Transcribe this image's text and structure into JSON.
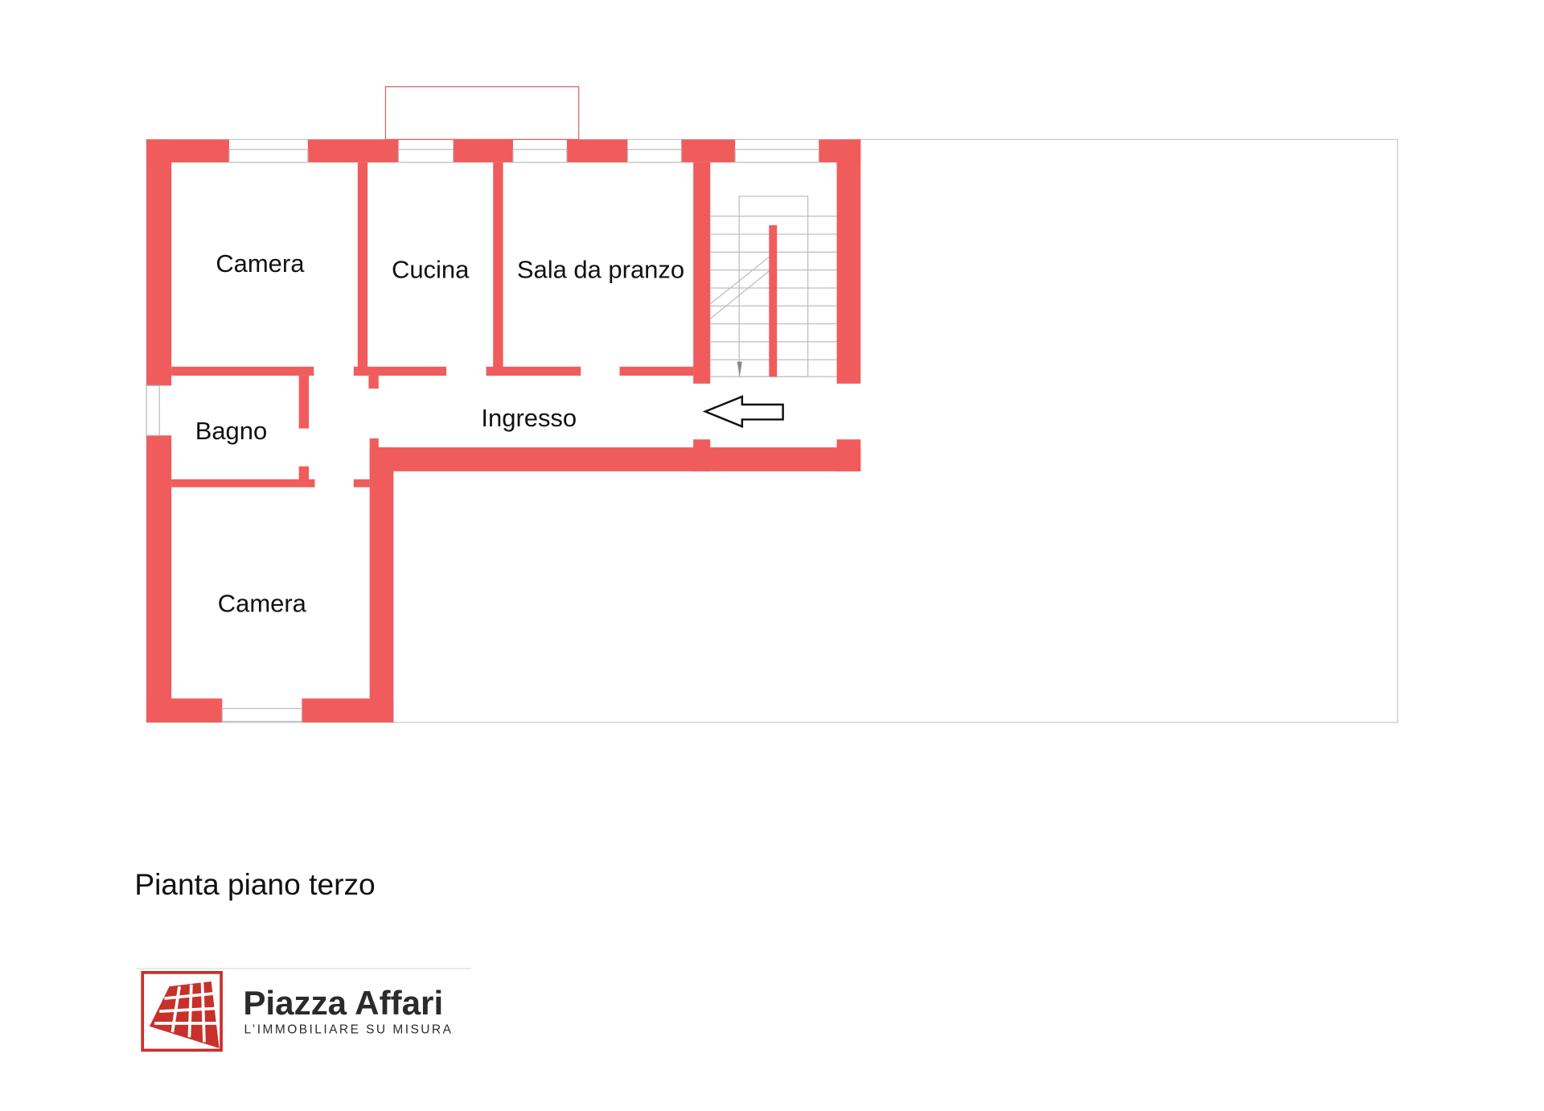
{
  "plan": {
    "title": "Pianta piano terzo",
    "wall_color": "#f05c5c",
    "rooms": [
      {
        "id": "camera-1",
        "label": "Camera"
      },
      {
        "id": "cucina",
        "label": "Cucina"
      },
      {
        "id": "sala-da-pranzo",
        "label": "Sala da pranzo"
      },
      {
        "id": "bagno",
        "label": "Bagno"
      },
      {
        "id": "ingresso",
        "label": "Ingresso"
      },
      {
        "id": "camera-2",
        "label": "Camera"
      }
    ],
    "entrance_icon": "arrow-left-icon"
  },
  "logo": {
    "name": "Piazza Affari",
    "tagline": "L’IMMOBILIARE SU MISURA",
    "brand_color": "#c8302c"
  }
}
